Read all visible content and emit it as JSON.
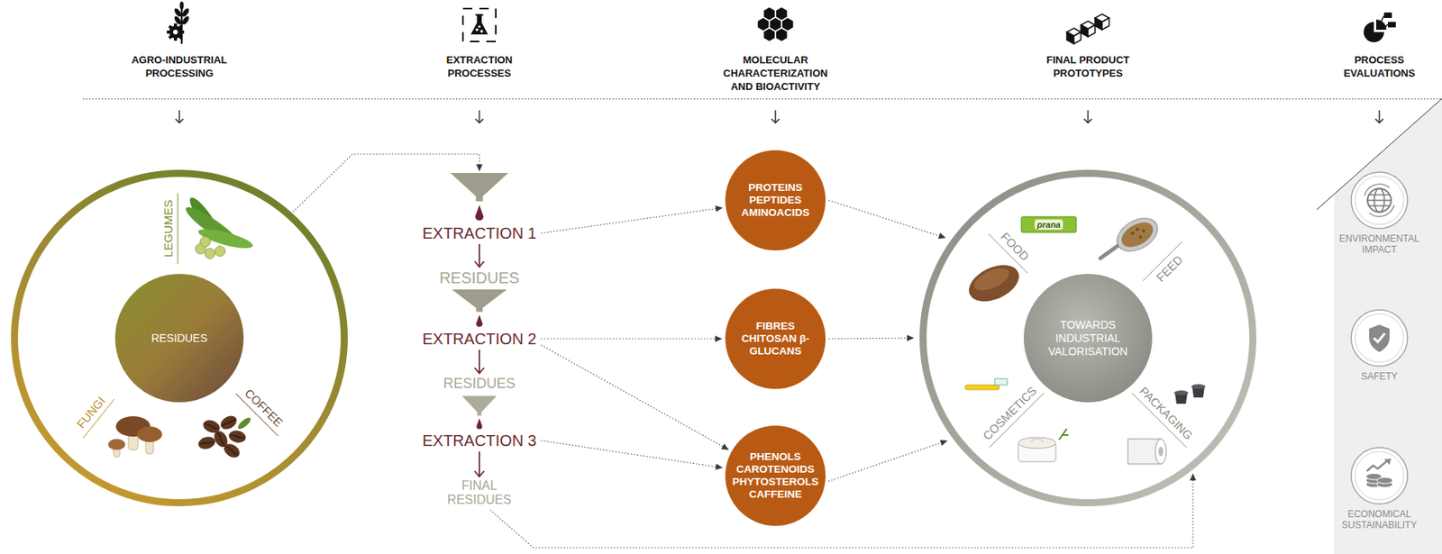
{
  "diagram": {
    "nodes": [
      {
        "text": [
          "LEGUMES",
          "FUNGI",
          "COFFEE"
        ]
      },
      {
        "text": [
          "RESIDUES"
        ],
        "in": 0
      },
      {
        "text": [
          "EXTRACTION 1"
        ]
      },
      {
        "text": [
          "RESIDUES"
        ]
      },
      {
        "text": [
          "EXTRACTION 2"
        ]
      },
      {
        "text": [
          "RESIDUES"
        ]
      },
      {
        "text": [
          "EXTRACTION 3"
        ]
      },
      {
        "text": [
          "FINAL RESIDUES"
        ]
      },
      {
        "text": [
          "PROTEINS PEPTIDES AMINOACIDS"
        ]
      },
      {
        "text": [
          "FIBRES CHITOSAN β-GLUCANS"
        ]
      },
      {
        "text": [
          "PHENOLS CAROTENOIDS PHYTOSTEROLS CAFFEINE"
        ]
      },
      {
        "text": [
          "FOOD",
          "FEED",
          "COSMETICS",
          "PACKAGING"
        ]
      },
      {
        "text": [
          "TOWARDS INDUSTRIAL VALORISATION"
        ],
        "in": 11
      },
      {
        "text": [
          "ENVIRONMENTAL IMPACT"
        ]
      },
      {
        "text": [
          "SAFETY"
        ]
      },
      {
        "text": [
          "ECONOMICAL SUSTAINABILITY"
        ]
      }
    ],
    "edges": [
      {
        "from": 0,
        "to": 2,
        "arrow": "to"
      },
      {
        "from": 2,
        "to": 3,
        "arrow": "to"
      },
      {
        "from": 4,
        "to": 5,
        "arrow": "to"
      },
      {
        "from": 6,
        "to": 7,
        "arrow": "to"
      },
      {
        "from": 2,
        "to": 8,
        "arrow": "to"
      },
      {
        "from": 4,
        "to": 9,
        "arrow": "to"
      },
      {
        "from": 4,
        "to": 10,
        "arrow": "to"
      },
      {
        "from": 6,
        "to": 10,
        "arrow": "to"
      },
      {
        "from": 8,
        "to": 11,
        "arrow": "to"
      },
      {
        "from": 9,
        "to": 11,
        "arrow": "to"
      },
      {
        "from": 10,
        "to": 11,
        "arrow": "to"
      },
      {
        "from": 7,
        "to": 11,
        "arrow": "to"
      }
    ],
    "labels": [
      "AGRO-INDUSTRIAL PROCESSING",
      "EXTRACTION PROCESSES",
      "MOLECULAR CHARACTERIZATION AND BIOACTIVITY",
      "FINAL PRODUCT PROTOTYPES",
      "PROCESS EVALUATIONS",
      "prana"
    ]
  }
}
